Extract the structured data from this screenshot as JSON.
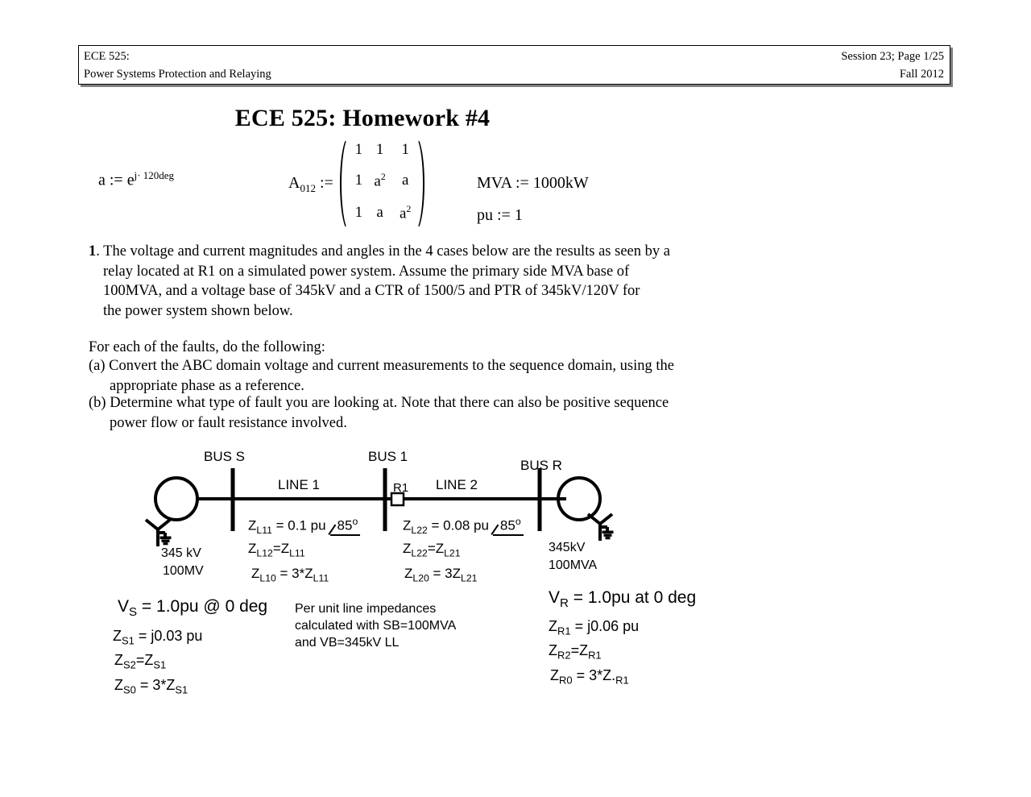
{
  "header": {
    "course_code": "ECE 525:",
    "course_name": "Power Systems Protection and Relaying",
    "session_page": "Session 23; Page 1/25",
    "term": "Fall 2012"
  },
  "title": "ECE 525: Homework #4",
  "math": {
    "a_def_lhs": "a := e",
    "a_def_exp": "j· 120deg",
    "A012_name": "A",
    "A012_sub": "012",
    "A012_assign": ":=",
    "matrix": [
      [
        "1",
        "1",
        "1"
      ],
      [
        "1",
        "a2",
        "a"
      ],
      [
        "1",
        "a",
        "a2"
      ]
    ],
    "mva_def": "MVA :=  1000kW",
    "pu_def": "pu :=  1"
  },
  "body": {
    "q1_number": "1",
    "q1_line1": ". The voltage and current magnitudes and angles in the 4 cases below are the results as seen by a",
    "q1_line2": "relay located at R1 on a simulated power system.  Assume the primary side MVA base of",
    "q1_line3": "100MVA, and a voltage base of 345kV and a CTR of 1500/5 and PTR of 345kV/120V for",
    "q1_line4": "the power system shown below.",
    "foreach": "For each of the faults, do the following:",
    "item_a_line1": "(a) Convert the ABC domain voltage and current measurements to the sequence domain, using the",
    "item_a_line2": "appropriate phase as a reference.",
    "item_b_line1": "(b) Determine what type of fault you are looking at. Note that there can also be positive sequence",
    "item_b_line2": "power flow or fault resistance involved."
  },
  "diagram": {
    "bus_s": "BUS S",
    "bus_1": "BUS 1",
    "bus_r": "BUS R",
    "line_1": "LINE 1",
    "line_2": "LINE 2",
    "relay": "R1",
    "z_l11": {
      "base": "Z",
      "sub": "L11",
      "value": " = 0.1 pu",
      "angle": "85",
      "deg": "o"
    },
    "z_l12": {
      "base": "Z",
      "sub": "L12",
      "eq": "=Z",
      "sub2": "L11"
    },
    "z_l10": {
      "base": "Z",
      "sub": "L10",
      "value": " = 3*Z",
      "sub2": "L11"
    },
    "z_l22a": {
      "base": "Z",
      "sub": "L22",
      "value": " = 0.08 pu",
      "angle": "85",
      "deg": "o"
    },
    "z_l22b": {
      "base": "Z",
      "sub": "L22",
      "eq": "=Z",
      "sub2": "L21"
    },
    "z_l20": {
      "base": "Z",
      "sub": "L20",
      "value": " = 3Z",
      "sub2": "L21"
    },
    "source_s": {
      "kv": "345 kV",
      "mva": "100MV",
      "v_base": "V",
      "v_sub": "S",
      "v_value": " = 1.0pu @ 0 deg",
      "z1_base": "Z",
      "z1_sub": "S1",
      "z1_value": " = j0.03 pu",
      "z2_base": "Z",
      "z2_sub": "S2",
      "z2_eq": "=Z",
      "z2_sub2": "S1",
      "z0_base": "Z",
      "z0_sub": "S0",
      "z0_value": " = 3*Z",
      "z0_sub2": "S1"
    },
    "source_r": {
      "kv": "345kV",
      "mva": "100MVA",
      "v_base": "V",
      "v_sub": "R",
      "v_value": " = 1.0pu at 0 deg",
      "z1_base": "Z",
      "z1_sub": "R1",
      "z1_value": " = j0.06 pu",
      "z2_base": "Z",
      "z2_sub": "R2",
      "z2_eq": "=Z",
      "z2_sub2": "R1",
      "z0_base": "Z",
      "z0_sub": "R0",
      "z0_value": " = 3*Z.",
      "z0_sub2": "R1"
    },
    "note_line1": "Per  unit  line  impedances",
    "note_line2": "calculated with SB=100MVA",
    "note_line3": "and VB=345kV LL"
  },
  "colors": {
    "ink": "#000000",
    "paper": "#ffffff",
    "shadow": "#808080"
  }
}
